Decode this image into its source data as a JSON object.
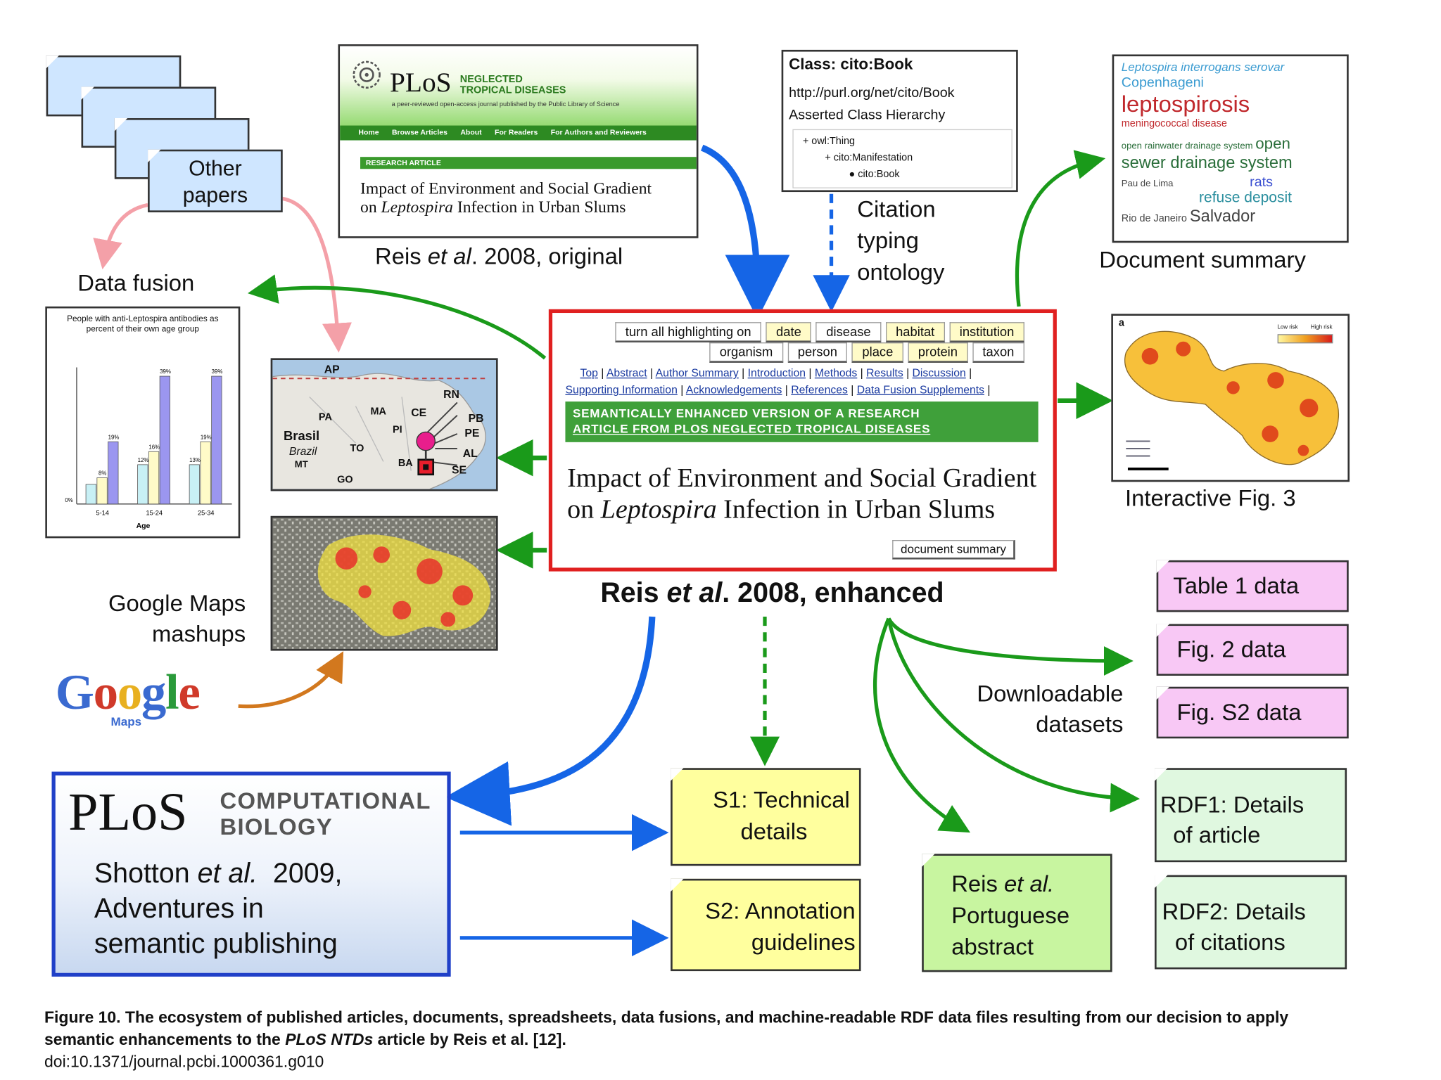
{
  "other_papers": {
    "label": "Other papers"
  },
  "data_fusion": {
    "title": "Data fusion",
    "chart_data": {
      "type": "bar",
      "title": "People with anti-Leptospira antibodies as percent of their own age group",
      "xlabel": "Age",
      "categories": [
        "5-14",
        "15-24",
        "25-34"
      ],
      "series": [
        {
          "values": [
            6,
            12,
            12
          ],
          "color": "#c8f0f5"
        },
        {
          "values": [
            8,
            16,
            19
          ],
          "color": "#fffbc8"
        },
        {
          "values": [
            19,
            39,
            39
          ],
          "color": "#9b96f0"
        }
      ],
      "data_labels": [
        [
          "",
          "8%",
          "19%"
        ],
        [
          "12%",
          "16%",
          "39%"
        ],
        [
          "13%",
          "19%",
          "39%"
        ]
      ],
      "ylim": [
        0,
        40
      ],
      "zero_label": "0%"
    }
  },
  "plos_ntd": {
    "logo": "PLoS",
    "journal_line1": "NEGLECTED",
    "journal_line2": "TROPICAL DISEASES",
    "tagline": "a peer-reviewed open-access journal published by the Public Library of Science",
    "nav": [
      "Home",
      "Browse Articles",
      "About",
      "For Readers",
      "For Authors and Reviewers"
    ],
    "section": "RESEARCH ARTICLE",
    "title_pre": "Impact of Environment and Social Gradient on ",
    "title_em": "Leptospira",
    "title_post": " Infection in Urban Slums",
    "caption_pre": "Reis ",
    "caption_em": "et al",
    "caption_post": ". 2008, original"
  },
  "cito": {
    "class_label": "Class: cito:Book",
    "uri": "http://purl.org/net/cito/Book",
    "hierarchy_label": "Asserted Class Hierarchy",
    "tree": [
      "+ owl:Thing",
      "+ cito:Manifestation",
      "cito:Book"
    ],
    "caption_lines": [
      "Citation",
      "typing",
      "ontology"
    ]
  },
  "summary": {
    "cloud": [
      {
        "t": "Leptospira interrogans serovar",
        "c": "#3a9bd1"
      },
      {
        "t": "Copenhageni",
        "c": "#3a9bd1"
      },
      {
        "t": "leptospirosis",
        "c": "#c0282c"
      },
      {
        "t": "meningococcal disease",
        "c": "#c0282c"
      },
      {
        "t": "open rainwater drainage system",
        "c": "#2a6e3a"
      },
      {
        "t": "open",
        "c": "#2a6e3a"
      },
      {
        "t": "sewer drainage system",
        "c": "#2a6e3a"
      },
      {
        "t": "Pau de Lima",
        "c": "#444444"
      },
      {
        "t": "rats",
        "c": "#3a4fd1"
      },
      {
        "t": "refuse deposit",
        "c": "#2a8e9e"
      },
      {
        "t": "Rio de Janeiro",
        "c": "#444444"
      },
      {
        "t": "Salvador",
        "c": "#444444"
      }
    ],
    "caption": "Document summary"
  },
  "brazil_map": {
    "labels": [
      "AP",
      "RN",
      "PA",
      "MA",
      "CE",
      "PB",
      "PE",
      "PI",
      "Brasil",
      "Brazil",
      "TO",
      "AL",
      "BA",
      "SE",
      "MT",
      "GO"
    ]
  },
  "google_maps": {
    "caption_line1": "Google Maps",
    "caption_line2": "mashups",
    "logo": "Google",
    "logo_sub": "Maps"
  },
  "enhanced": {
    "row1": [
      "turn all highlighting on",
      "date",
      "disease",
      "habitat",
      "institution"
    ],
    "row2": [
      "organism",
      "person",
      "place",
      "protein",
      "taxon"
    ],
    "nav_line1": [
      "Top",
      "Abstract",
      "Author Summary",
      "Introduction",
      "Methods",
      "Results",
      "Discussion"
    ],
    "nav_line2": [
      "Supporting Information",
      "Acknowledgements",
      "References",
      "Data Fusion Supplements"
    ],
    "banner_line1": "SEMANTICALLY ENHANCED VERSION OF A RESEARCH",
    "banner_line2": "ARTICLE FROM PLOS NEGLECTED TROPICAL DISEASES",
    "title_pre": "Impact of Environment and Social Gradient on ",
    "title_em": "Leptospira",
    "title_post": " Infection in Urban Slums",
    "doc_summary_button": "document summary",
    "caption_pre": "Reis ",
    "caption_em": "et al",
    "caption_post": ". 2008, enhanced"
  },
  "interactive_fig": {
    "panel_letter": "a",
    "legend_low": "Low risk",
    "legend_high": "High risk",
    "caption": "Interactive Fig. 3"
  },
  "datasets": {
    "items": [
      "Table 1 data",
      "Fig. 2 data",
      "Fig. S2 data"
    ],
    "label_line1": "Downloadable",
    "label_line2": "datasets"
  },
  "rdf": {
    "rdf1_line1": "RDF1: Details",
    "rdf1_line2": "of article",
    "rdf2_line1": "RDF2: Details",
    "rdf2_line2": "of citations"
  },
  "portuguese": {
    "line1_pre": "Reis ",
    "line1_em": "et al.",
    "line2": "Portuguese",
    "line3": "abstract"
  },
  "supplements": {
    "s1_line1": "S1: Technical",
    "s1_line2": "details",
    "s2_line1": "S2: Annotation",
    "s2_line2": "guidelines"
  },
  "plos_cb": {
    "logo": "PLoS",
    "journal_line1": "COMPUTATIONAL",
    "journal_line2": "BIOLOGY",
    "line1_pre": "Shotton ",
    "line1_em": "et al.",
    "line1_post": "  2009,",
    "line2": "Adventures in",
    "line3": "semantic publishing"
  },
  "figure_caption": {
    "bold_pre": "Figure 10. The ecosystem of published articles, documents, spreadsheets, data fusions, and machine-readable RDF data files resulting from our decision to apply semantic enhancements to the ",
    "bold_em": "PLoS NTDs",
    "bold_post": " article by Reis et al. [12].",
    "doi": "doi:10.1371/journal.pcbi.1000361.g010"
  },
  "colors": {
    "arrow_blue": "#1565e6",
    "arrow_green": "#1a9a1a",
    "arrow_pink": "#f4a0a8",
    "arrow_orange": "#d2781e",
    "enhanced_border": "#e02020",
    "cb_border": "#2040c8",
    "note_yellow": "#ffff9e",
    "note_green": "#c8f5a0",
    "note_pink": "#f8c8f5",
    "note_mint": "#e0f8e0",
    "paper_blue": "#cfe6ff"
  }
}
